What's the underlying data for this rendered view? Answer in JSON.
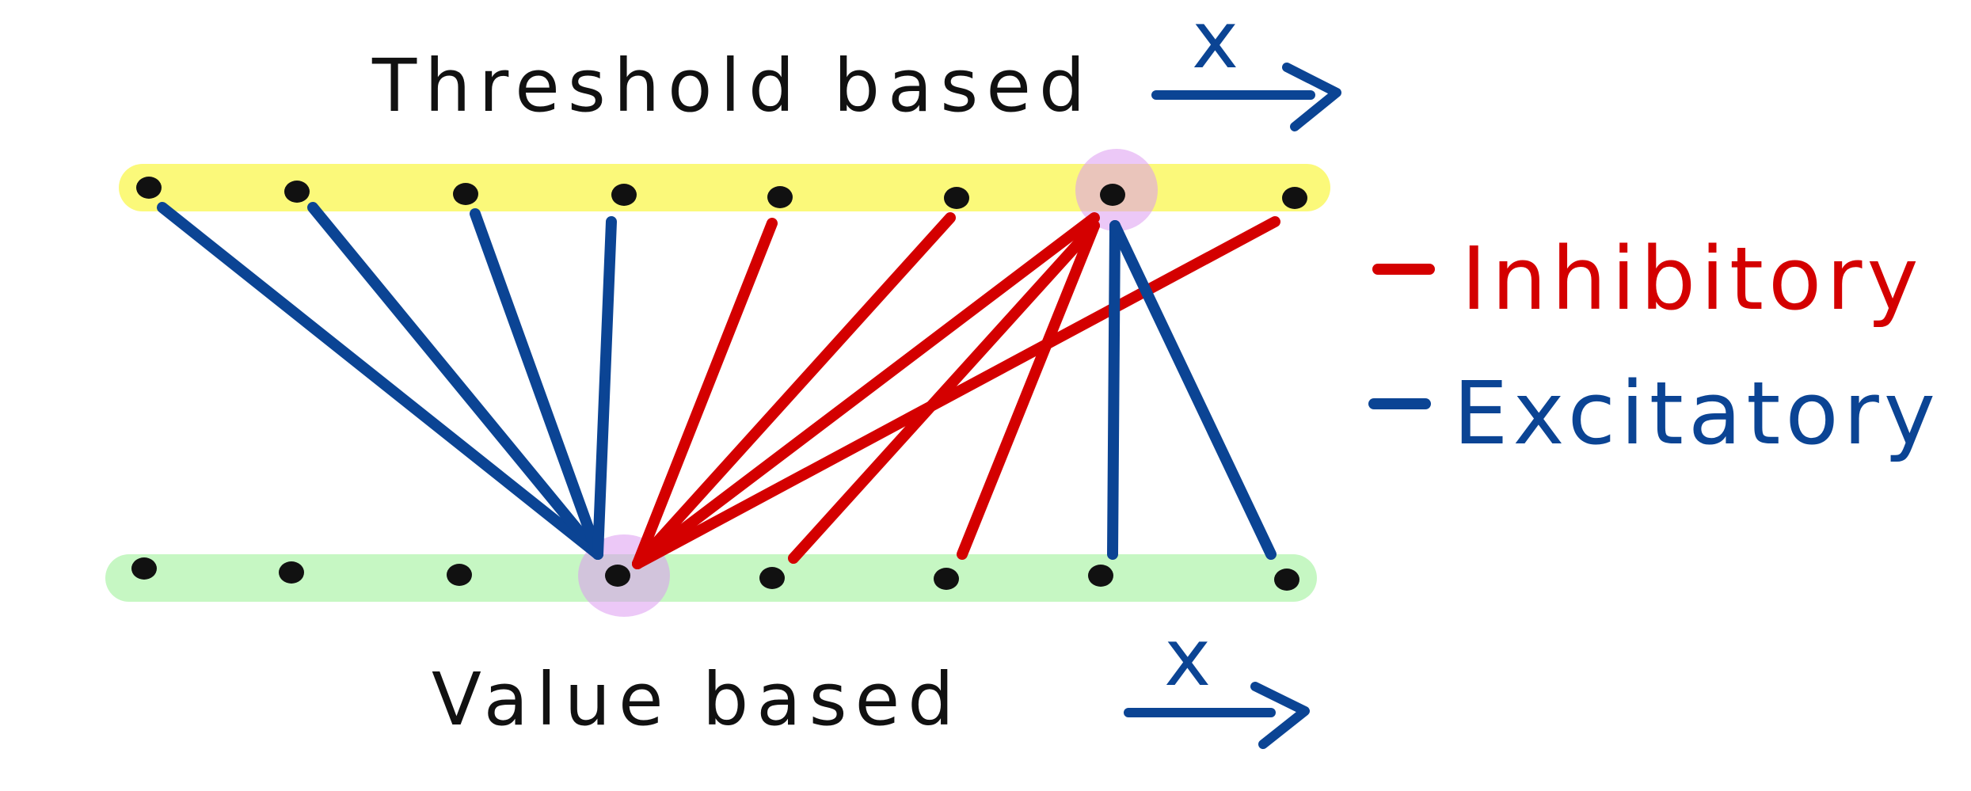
{
  "threshold_row": {
    "title": "Threshold based",
    "axis_label": "x",
    "band_color": "#fbf97a",
    "neuron_count": 8
  },
  "value_row": {
    "title": "Value based",
    "axis_label": "x",
    "band_color": "#c6f7c3",
    "neuron_count": 8
  },
  "highlight_color": "#dc9af0",
  "legend": {
    "items": [
      {
        "label": "Inhibitory",
        "color": "#d40000"
      },
      {
        "label": "Excitatory",
        "color": "#0b4494"
      }
    ]
  },
  "connections": [
    {
      "threshold_index": 0,
      "value_index": 3,
      "type": "excitatory"
    },
    {
      "threshold_index": 1,
      "value_index": 3,
      "type": "excitatory"
    },
    {
      "threshold_index": 2,
      "value_index": 3,
      "type": "excitatory"
    },
    {
      "threshold_index": 3,
      "value_index": 3,
      "type": "excitatory"
    },
    {
      "threshold_index": 4,
      "value_index": 3,
      "type": "inhibitory"
    },
    {
      "threshold_index": 5,
      "value_index": 3,
      "type": "inhibitory"
    },
    {
      "threshold_index": 6,
      "value_index": 3,
      "type": "inhibitory"
    },
    {
      "threshold_index": 7,
      "value_index": 3,
      "type": "inhibitory"
    },
    {
      "threshold_index": 6,
      "value_index": 4,
      "type": "inhibitory"
    },
    {
      "threshold_index": 6,
      "value_index": 5,
      "type": "inhibitory"
    },
    {
      "threshold_index": 6,
      "value_index": 6,
      "type": "excitatory"
    },
    {
      "threshold_index": 6,
      "value_index": 7,
      "type": "excitatory"
    }
  ],
  "highlighted": {
    "threshold_index": 6,
    "value_index": 3
  }
}
